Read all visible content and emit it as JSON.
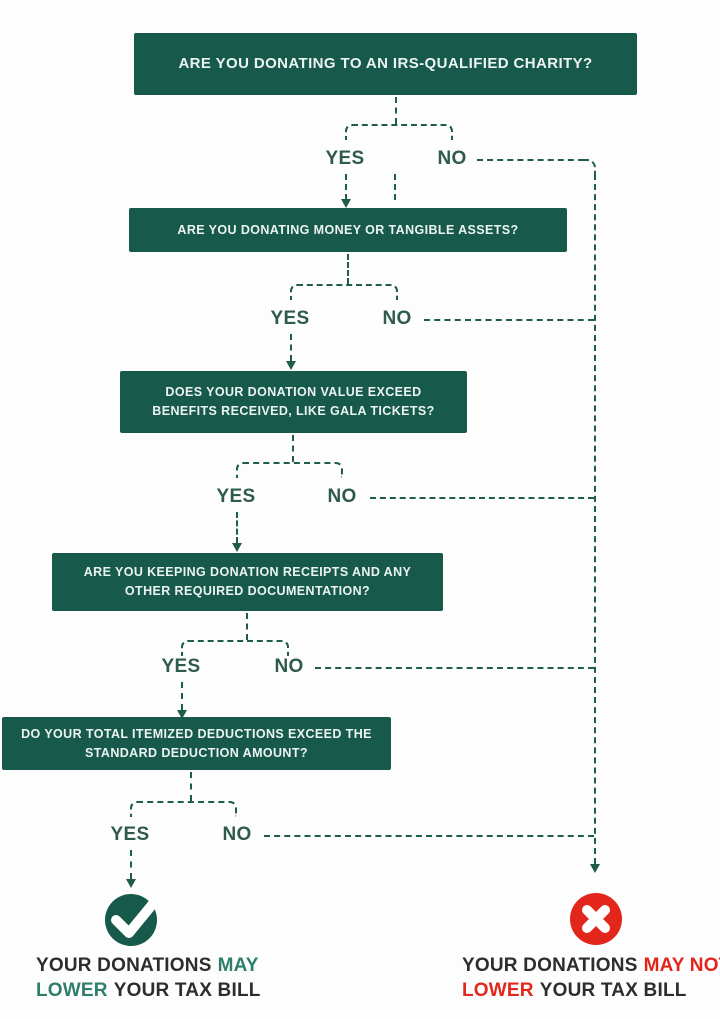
{
  "flowchart": {
    "questions": [
      "ARE YOU DONATING TO AN IRS-QUALIFIED CHARITY?",
      "ARE YOU DONATING MONEY OR TANGIBLE ASSETS?",
      "DOES YOUR DONATION VALUE EXCEED BENEFITS RECEIVED, LIKE GALA TICKETS?",
      "ARE YOU KEEPING DONATION RECEIPTS AND ANY OTHER REQUIRED DOCUMENTATION?",
      "DO YOUR TOTAL ITEMIZED DEDUCTIONS EXCEED THE STANDARD DEDUCTION AMOUNT?"
    ],
    "labels": {
      "yes": "YES",
      "no": "NO"
    },
    "outcomes": {
      "positive": {
        "icon": "check-icon",
        "line1_prefix": "YOUR DONATIONS",
        "line1_accent": "MAY",
        "line2_accent": "LOWER",
        "line2_suffix": "YOUR TAX BILL"
      },
      "negative": {
        "icon": "cross-icon",
        "line1_prefix": "YOUR DONATIONS",
        "line1_accent": "MAY NOT",
        "line2_accent": "LOWER",
        "line2_suffix": "YOUR TAX BILL"
      }
    },
    "colors": {
      "box_green": "#17594A",
      "line_green": "#1E5C4B",
      "label_green": "#2F5A4E",
      "accent_green": "#2E7E6B",
      "accent_red": "#E3261B",
      "text_dark": "#2D2D2D",
      "box_text": "#ECF4F1"
    }
  }
}
